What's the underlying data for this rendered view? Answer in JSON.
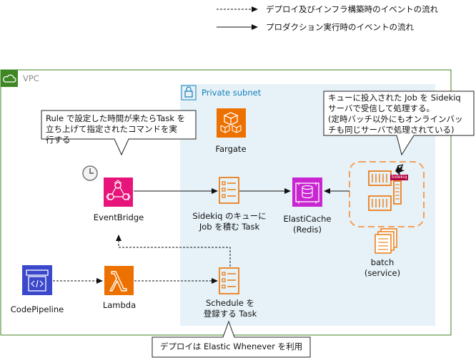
{
  "legend": {
    "dashed_label": "デプロイ及びインフラ構築時のイベントの流れ",
    "solid_label": "プロダクション実行時のイベントの流れ"
  },
  "vpc": {
    "label": "VPC"
  },
  "subnet": {
    "label": "Private subnet"
  },
  "nodes": {
    "fargate": "Fargate",
    "eventbridge": "EventBridge",
    "sidekiq_task": "Sidekiq のキューに\nJob を積む Task",
    "elasticache": "ElastiCache\n(Redis)",
    "batch": "batch\n(service)",
    "codepipeline": "CodePipeline",
    "lambda": "Lambda",
    "schedule_task": "Schedule を\n登録する Task",
    "sidekiq_badge": "Sidekiq"
  },
  "callouts": {
    "rule": "Rule で設定した時間が来たらTask を\n立ち上げて指定されたコマンドを実\n行する",
    "sidekiq": "キューに投入された Job を Sidekiq\nサーバで受信して処理する。\n(定時バッチ以外にもオンラインバッ\nチも同じサーバで処理されている)",
    "deploy": "デプロイは Elastic Whenever を利用"
  },
  "colors": {
    "vpc_border": "#3f8624",
    "subnet_fill": "#e6f2f8",
    "subnet_icon": "#147eba",
    "fargate": "#ed7100",
    "eventbridge": "#e7157b",
    "elasticache": "#c925d1",
    "codepipeline": "#3b48cc",
    "lambda": "#ed7100",
    "task": "#ed7100",
    "sidekiq_red": "#b1003e"
  }
}
